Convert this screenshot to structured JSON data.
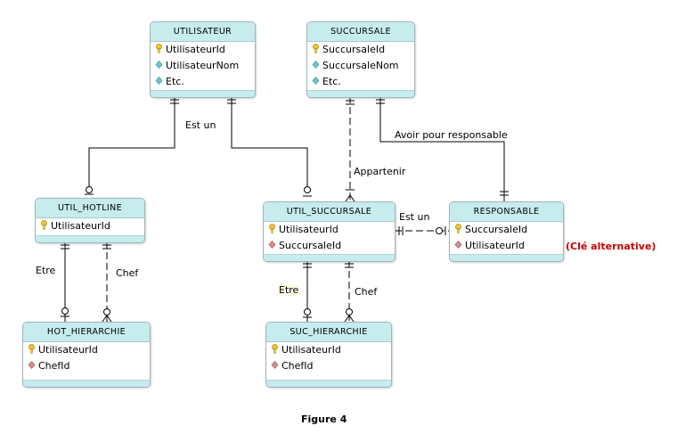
{
  "entities": {
    "utilisateur": {
      "title": "UTILISATEUR",
      "rows": [
        {
          "type": "key",
          "text": "UtilisateurId"
        },
        {
          "type": "attr",
          "text": "UtilisateurNom"
        },
        {
          "type": "attr",
          "text": "Etc."
        }
      ]
    },
    "succursale": {
      "title": "SUCCURSALE",
      "rows": [
        {
          "type": "key",
          "text": "SuccursaleId"
        },
        {
          "type": "attr",
          "text": "SuccursaleNom"
        },
        {
          "type": "attr",
          "text": "Etc."
        }
      ]
    },
    "util_hotline": {
      "title": "UTIL_HOTLINE",
      "rows": [
        {
          "type": "key",
          "text": "UtilisateurId"
        }
      ]
    },
    "util_succursale": {
      "title": "UTIL_SUCCURSALE",
      "rows": [
        {
          "type": "key",
          "text": "UtilisateurId"
        },
        {
          "type": "fk",
          "text": "SuccursaleId"
        }
      ]
    },
    "responsable": {
      "title": "RESPONSABLE",
      "rows": [
        {
          "type": "key",
          "text": "SuccursaleId"
        },
        {
          "type": "fk",
          "text": "UtilisateurId"
        }
      ]
    },
    "hot_hierarchie": {
      "title": "HOT_HIERARCHIE",
      "rows": [
        {
          "type": "key",
          "text": "UtilisateurId"
        },
        {
          "type": "fk",
          "text": "ChefId"
        }
      ]
    },
    "suc_hierarchie": {
      "title": "SUC_HIERARCHIE",
      "rows": [
        {
          "type": "key",
          "text": "UtilisateurId"
        },
        {
          "type": "fk",
          "text": "ChefId"
        }
      ]
    }
  },
  "labels": {
    "est_un_1": "Est un",
    "appartenir": "Appartenir",
    "avoir_pour_responsable": "Avoir pour responsable",
    "est_un_2": "Est un",
    "etre_1": "Etre",
    "chef_1": "Chef",
    "etre_2": "Etre",
    "chef_2": "Chef"
  },
  "alternate_key_note": "(Clé alternative)",
  "caption": "Figure 4",
  "colors": {
    "header": "#c6ecee",
    "border": "#9eb4bb",
    "key_icon": "#f2c531",
    "attr_icon": "#6fc7cf",
    "fk_icon": "#d98e8e",
    "note": "#cc0000"
  },
  "icons": {
    "key": "key-icon",
    "attr": "attribute-diamond-icon",
    "fk": "foreign-key-diamond-icon"
  }
}
